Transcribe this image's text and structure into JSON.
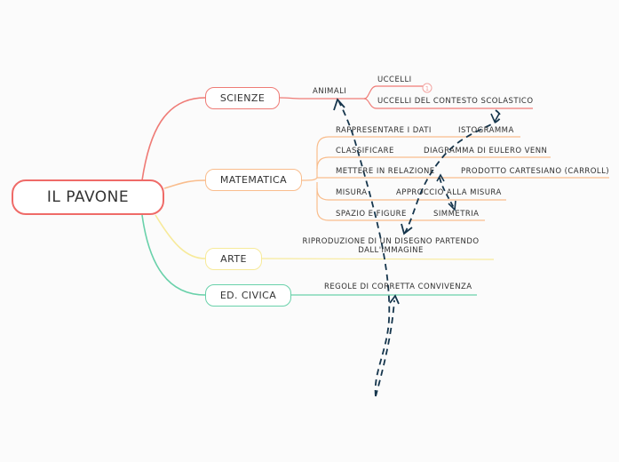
{
  "root": {
    "label": "IL PAVONE"
  },
  "branches": {
    "scienze": "SCIENZE",
    "matematica": "MATEMATICA",
    "arte": "ARTE",
    "civica": "ED. CIVICA"
  },
  "scienze": {
    "animali": "ANIMALI",
    "uccelli": "UCCELLI",
    "uccelli_contesto": "UCCELLI DEL CONTESTO SCOLASTICO",
    "badge": "1"
  },
  "matematica": {
    "rappresentare": "RAPPRESENTARE I DATI",
    "istogramma": "ISTOGRAMMA",
    "classificare": "CLASSIFICARE",
    "eulero_venn": "DIAGRAMMA DI EULERO VENN",
    "relazione": "METTERE IN RELAZIONE",
    "prodotto_cartesiano": "PRODOTTO CARTESIANO (CARROLL)",
    "misura": "MISURA",
    "approccio_misura": "APPROCCIO ALLA MISURA",
    "spazio_figure": "SPAZIO E FIGURE",
    "simmetria": "SIMMETRIA"
  },
  "arte": {
    "riproduzione": "RIPRODUZIONE DI UN DISEGNO PARTENDO DALL'IMMAGINE"
  },
  "civica": {
    "regole": "REGOLE DI CORRETTA CONVIVENZA"
  },
  "colors": {
    "scienze": "#ef7b76",
    "matematica": "#f9bd8d",
    "arte": "#f7ea9a",
    "civica": "#69d1aa",
    "arrow": "#16364d"
  }
}
